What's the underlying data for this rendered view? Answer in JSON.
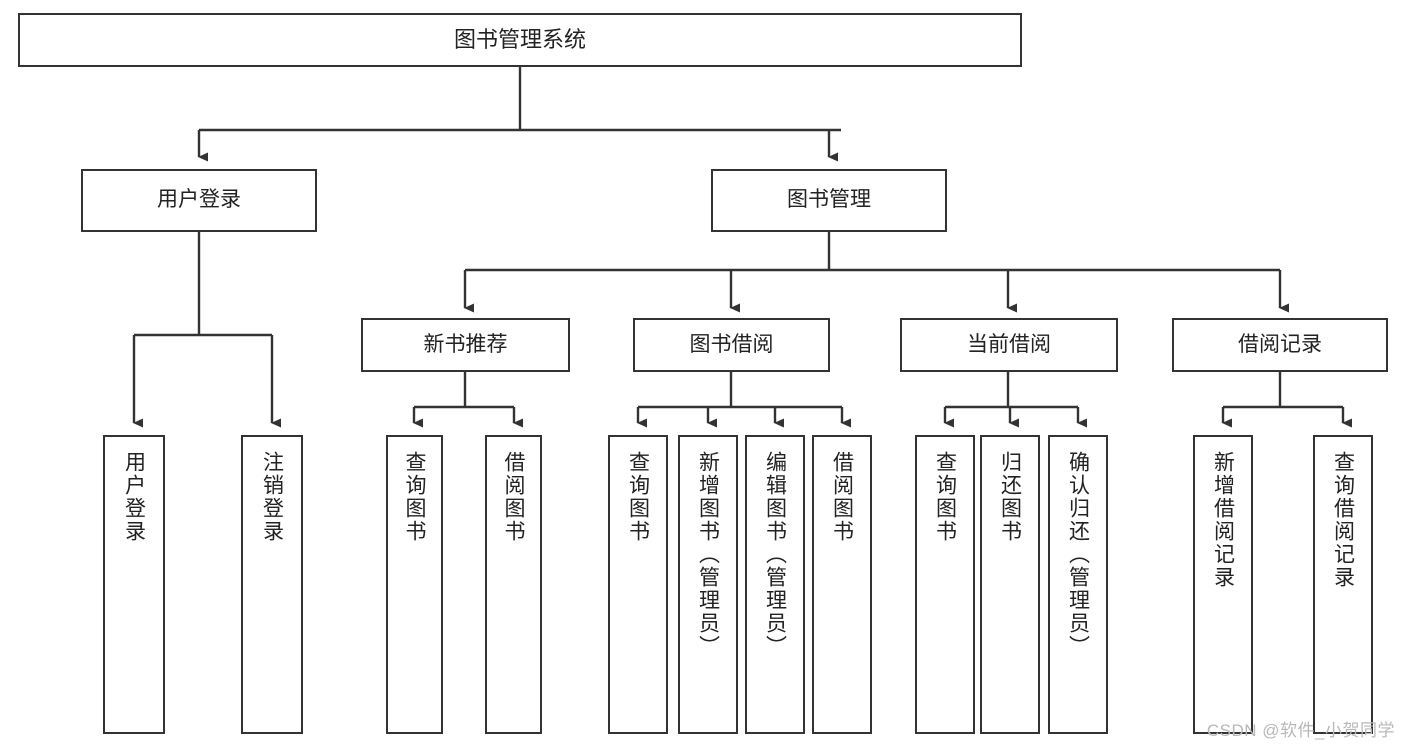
{
  "diagram": {
    "title": "图书管理系统",
    "type": "tree-hierarchy-chart",
    "watermark": "CSDN @软件_小贺同学",
    "colors": {
      "box_border": "#333333",
      "box_fill": "#ffffff",
      "connector": "#333333",
      "text": "#222222",
      "watermark": "#b8b8b8"
    },
    "levels": {
      "root": {
        "label": "图书管理系统"
      },
      "level2": [
        {
          "label": "用户登录"
        },
        {
          "label": "图书管理"
        }
      ],
      "level3": [
        {
          "label": "新书推荐"
        },
        {
          "label": "图书借阅"
        },
        {
          "label": "当前借阅"
        },
        {
          "label": "借阅记录"
        }
      ],
      "leaves": {
        "user_login": [
          {
            "label": "用户登录"
          },
          {
            "label": "注销登录"
          }
        ],
        "new_book_recommend": [
          {
            "label": "查询图书"
          },
          {
            "label": "借阅图书"
          }
        ],
        "book_borrow": [
          {
            "label": "查询图书"
          },
          {
            "label": "新增图书（管理员）"
          },
          {
            "label": "编辑图书（管理员）"
          },
          {
            "label": "借阅图书"
          }
        ],
        "current_borrow": [
          {
            "label": "查询图书"
          },
          {
            "label": "归还图书"
          },
          {
            "label": "确认归还（管理员）"
          }
        ],
        "borrow_record": [
          {
            "label": "新增借阅记录"
          },
          {
            "label": "查询借阅记录"
          }
        ]
      }
    }
  }
}
